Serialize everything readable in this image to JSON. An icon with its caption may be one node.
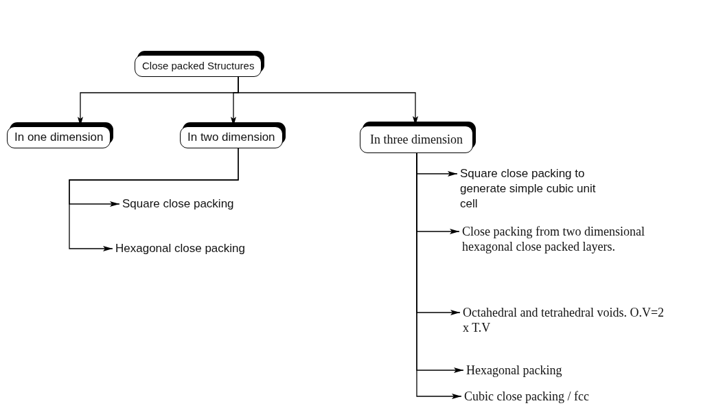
{
  "diagram": {
    "nodes": [
      {
        "text": [
          "Close packed Structures"
        ]
      },
      {
        "text": [
          "In one dimension"
        ]
      },
      {
        "text": [
          "In two dimension"
        ]
      },
      {
        "text": [
          "In three dimension"
        ]
      },
      {
        "text": [
          "Square close packing"
        ]
      },
      {
        "text": [
          "Hexagonal close packing"
        ]
      },
      {
        "text": [
          "Square close packing to generate simple cubic unit cell"
        ]
      },
      {
        "text": [
          "Close packing from two dimensional hexagonal close packed layers."
        ]
      },
      {
        "text": [
          "Octahedral and tetrahedral voids. O.V=2 x T.V"
        ]
      },
      {
        "text": [
          "Hexagonal packing"
        ]
      },
      {
        "text": [
          "Cubic close packing / fcc"
        ]
      }
    ],
    "edges": [
      {
        "from": 0,
        "to": 1,
        "arrow": "to"
      },
      {
        "from": 0,
        "to": 2,
        "arrow": "to"
      },
      {
        "from": 0,
        "to": 3,
        "arrow": "to"
      },
      {
        "from": 2,
        "to": 4,
        "arrow": "to"
      },
      {
        "from": 2,
        "to": 5,
        "arrow": "to"
      },
      {
        "from": 3,
        "to": 6,
        "arrow": "to"
      },
      {
        "from": 3,
        "to": 7,
        "arrow": "to"
      },
      {
        "from": 3,
        "to": 8,
        "arrow": "to"
      },
      {
        "from": 3,
        "to": 9,
        "arrow": "to"
      },
      {
        "from": 3,
        "to": 10,
        "arrow": "to"
      }
    ]
  }
}
